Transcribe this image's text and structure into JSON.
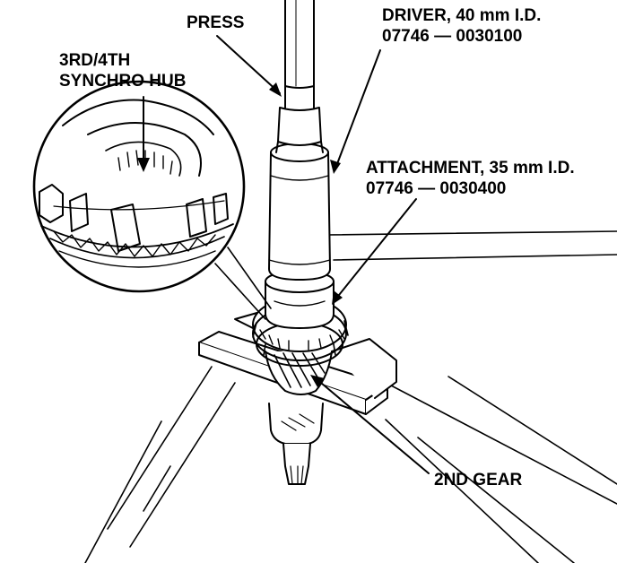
{
  "labels": {
    "press": "PRESS",
    "driver_line1": "DRIVER, 40 mm I.D.",
    "driver_line2": "07746 — 0030100",
    "hub_line1": "3RD/4TH",
    "hub_line2": "SYNCHRO HUB",
    "attach_line1": "ATTACHMENT, 35 mm I.D.",
    "attach_line2": "07746 — 0030400",
    "gear": "2ND GEAR"
  },
  "colors": {
    "ink": "#000000",
    "paper": "#ffffff"
  }
}
